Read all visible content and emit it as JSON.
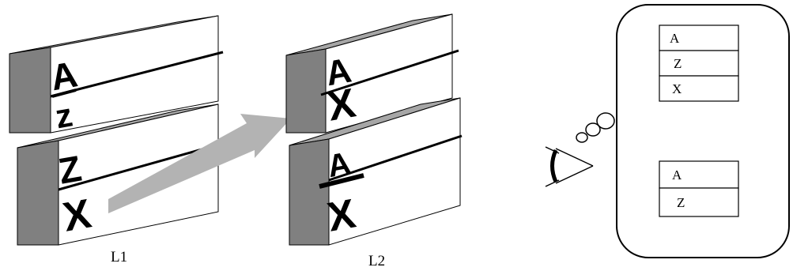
{
  "labels": {
    "l1": "L1",
    "l2": "L2"
  },
  "blocks": [
    {
      "top_letter": "A",
      "bottom_letter": "z"
    },
    {
      "top_letter": "Z",
      "bottom_letter": "X"
    },
    {
      "top_letter": "A",
      "bottom_letter": "X"
    },
    {
      "top_letter": "A",
      "bottom_letter": "X"
    }
  ],
  "thought": {
    "table1": [
      "A",
      "Z",
      "X"
    ],
    "table2": [
      "A",
      "Z"
    ]
  },
  "colors": {
    "side": "#808080",
    "top": "#a6a6a6",
    "arrow": "#b3b3b3",
    "ink": "#000000"
  },
  "icons": [
    "eye-icon",
    "thought-bubble-icon",
    "arrow-icon"
  ]
}
